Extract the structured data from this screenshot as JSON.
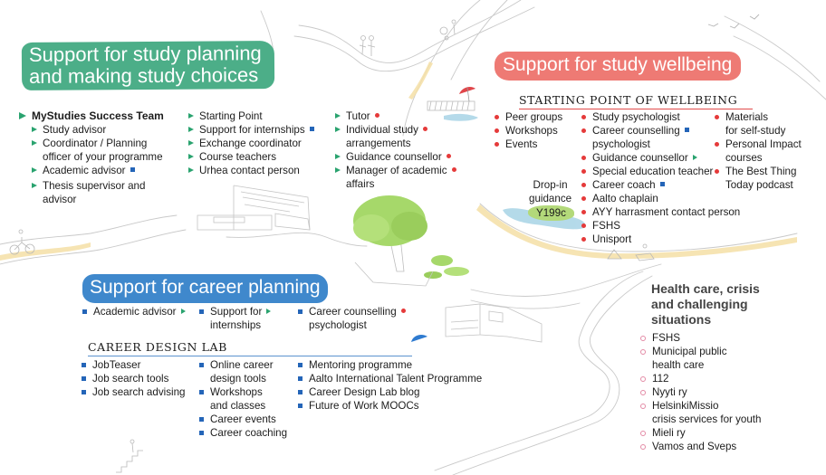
{
  "colors": {
    "study_planning": "#4cae88",
    "wellbeing": "#ee7a74",
    "career": "#3f88cc",
    "marker_green": "#2aa36f",
    "marker_red": "#e53a3a",
    "marker_blue": "#2465b8",
    "marker_pink_ring": "#e38aa5",
    "health_title": "#444444",
    "room_badge": "#b3d97a"
  },
  "legend_markers": {
    "triangle": "study-planning-marker",
    "dot": "wellbeing-marker",
    "square": "career-marker",
    "ring": "health-care-marker"
  },
  "study_planning": {
    "title_line1": "Support for study planning",
    "title_line2": "and making study choices",
    "col1": [
      {
        "label": "MyStudies Success Team",
        "bold": true
      },
      {
        "label": "Study advisor"
      },
      {
        "label": "Coordinator / Planning",
        "label2": "officer of your programme"
      },
      {
        "label": "Academic advisor",
        "tag": "square"
      },
      {
        "label": "Thesis supervisor and",
        "label2": "advisor"
      }
    ],
    "col2": [
      {
        "label": "Starting Point"
      },
      {
        "label": "Support for internships",
        "tag": "square"
      },
      {
        "label": "Exchange coordinator"
      },
      {
        "label": "Course teachers"
      },
      {
        "label": "Urhea contact person"
      }
    ],
    "col3": [
      {
        "label": "Tutor",
        "tag": "dot"
      },
      {
        "label": "Individual study",
        "label2": "arrangements",
        "tag": "dot"
      },
      {
        "label": "Guidance counsellor",
        "tag": "dot"
      },
      {
        "label": "Manager of academic",
        "label2": "affairs",
        "tag": "dot"
      }
    ]
  },
  "wellbeing": {
    "title": "Support for study wellbeing",
    "subheader": "STARTING POINT OF WELLBEING",
    "col1": [
      {
        "label": "Peer groups"
      },
      {
        "label": "Workshops"
      },
      {
        "label": "Events"
      }
    ],
    "col2": [
      {
        "label": "Study psychologist"
      },
      {
        "label": "Career counselling",
        "label2": "psychologist",
        "tag": "square"
      },
      {
        "label": "Guidance counsellor",
        "tag": "triangle"
      },
      {
        "label": "Special education teacher"
      },
      {
        "label": "Career coach",
        "tag": "square"
      },
      {
        "label": "Aalto chaplain"
      },
      {
        "label": "AYY harrasment contact person"
      },
      {
        "label": "FSHS"
      },
      {
        "label": "Unisport"
      }
    ],
    "col3": [
      {
        "label": "Materials",
        "label2": "for self-study"
      },
      {
        "label": "Personal Impact",
        "label2": "courses"
      },
      {
        "label": "The Best Thing",
        "label2": "Today podcast"
      }
    ],
    "dropin": {
      "line1": "Drop-in",
      "line2": "guidance",
      "room": "Y199c"
    }
  },
  "career": {
    "title": "Support for career planning",
    "top": [
      {
        "label": "Academic advisor",
        "tag": "triangle"
      },
      {
        "label": "Support for",
        "label2": "internships",
        "tag": "triangle"
      },
      {
        "label": "Career counselling",
        "label2": "psychologist",
        "tag": "dot"
      }
    ],
    "subheader": "CAREER DESIGN LAB",
    "col1": [
      {
        "label": "JobTeaser"
      },
      {
        "label": "Job search tools"
      },
      {
        "label": "Job search advising"
      }
    ],
    "col2": [
      {
        "label": "Online career",
        "label2": "design tools"
      },
      {
        "label": "Workshops",
        "label2": "and classes"
      },
      {
        "label": "Career events"
      },
      {
        "label": "Career coaching"
      }
    ],
    "col3": [
      {
        "label": "Mentoring programme"
      },
      {
        "label": "Aalto International Talent Programme"
      },
      {
        "label": "Career Design Lab blog"
      },
      {
        "label": "Future of Work MOOCs"
      }
    ]
  },
  "health": {
    "title_line1": "Health care, crisis",
    "title_line2": "and challenging",
    "title_line3": "situations",
    "items": [
      {
        "label": "FSHS"
      },
      {
        "label": "Municipal public",
        "label2": "health care"
      },
      {
        "label": "112"
      },
      {
        "label": "Nyyti ry"
      },
      {
        "label": "HelsinkiMissio",
        "label2": "crisis services for youth"
      },
      {
        "label": "Mieli ry"
      },
      {
        "label": "Vamos and Sveps"
      }
    ]
  }
}
